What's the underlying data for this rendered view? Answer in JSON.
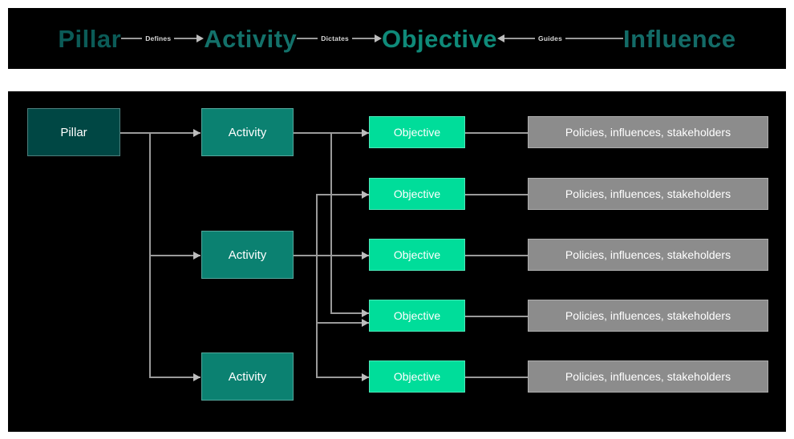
{
  "banner": {
    "words": [
      {
        "text": "Pillar",
        "color": "#0b5b57"
      },
      {
        "text": "Activity",
        "color": "#13716a"
      },
      {
        "text": "Objective",
        "color": "#0f8a79"
      },
      {
        "text": "Influence",
        "color": "#136b67"
      }
    ],
    "connectors": [
      {
        "label": "Defines",
        "direction": "right"
      },
      {
        "label": "Dictates",
        "direction": "right"
      },
      {
        "label": "Guides",
        "direction": "left"
      }
    ]
  },
  "diagram": {
    "background": "#000000",
    "line_color": "#9a9a9a",
    "pillar": {
      "label": "Pillar",
      "color": "#004744"
    },
    "activities": [
      {
        "label": "Activity",
        "color": "#0b8171"
      },
      {
        "label": "Activity",
        "color": "#0b8171"
      },
      {
        "label": "Activity",
        "color": "#0b8171"
      }
    ],
    "objectives": [
      {
        "label": "Objective",
        "color": "#00dd9a"
      },
      {
        "label": "Objective",
        "color": "#00dd9a"
      },
      {
        "label": "Objective",
        "color": "#00dd9a"
      },
      {
        "label": "Objective",
        "color": "#00dd9a"
      },
      {
        "label": "Objective",
        "color": "#00dd9a"
      }
    ],
    "influences": [
      {
        "label": "Policies, influences, stakeholders",
        "color": "#8c8c8c"
      },
      {
        "label": "Policies, influences, stakeholders",
        "color": "#8c8c8c"
      },
      {
        "label": "Policies, influences, stakeholders",
        "color": "#8c8c8c"
      },
      {
        "label": "Policies, influences, stakeholders",
        "color": "#8c8c8c"
      },
      {
        "label": "Policies, influences, stakeholders",
        "color": "#8c8c8c"
      }
    ]
  }
}
